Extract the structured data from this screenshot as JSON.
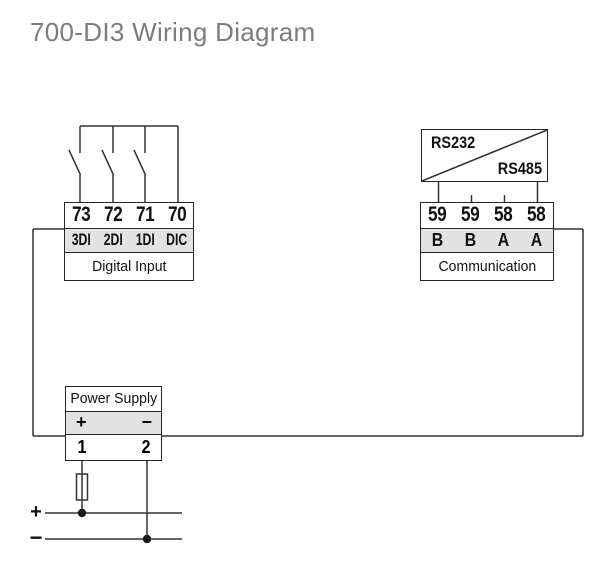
{
  "title": "700-DI3 Wiring Diagram",
  "digital_input": {
    "name": "Digital Input",
    "terminals": [
      "73",
      "72",
      "71",
      "70"
    ],
    "channel_labels": [
      "3DI",
      "2DI",
      "1DI",
      "DIC"
    ]
  },
  "communication": {
    "name": "Communication",
    "terminals": [
      "59",
      "59",
      "58",
      "58"
    ],
    "signal_labels": [
      "B",
      "B",
      "A",
      "A"
    ],
    "protocol_top": "RS232",
    "protocol_bottom": "RS485"
  },
  "power_supply": {
    "name": "Power Supply",
    "polarity_labels": [
      "+",
      "−"
    ],
    "terminals": [
      "1",
      "2"
    ]
  },
  "supply_bus": {
    "plus_label": "+",
    "minus_label": "−"
  },
  "colors": {
    "wire": "#333333",
    "block_border": "#262626",
    "row_fill": "#e2e2e2",
    "title_text": "#7d7d7d"
  }
}
